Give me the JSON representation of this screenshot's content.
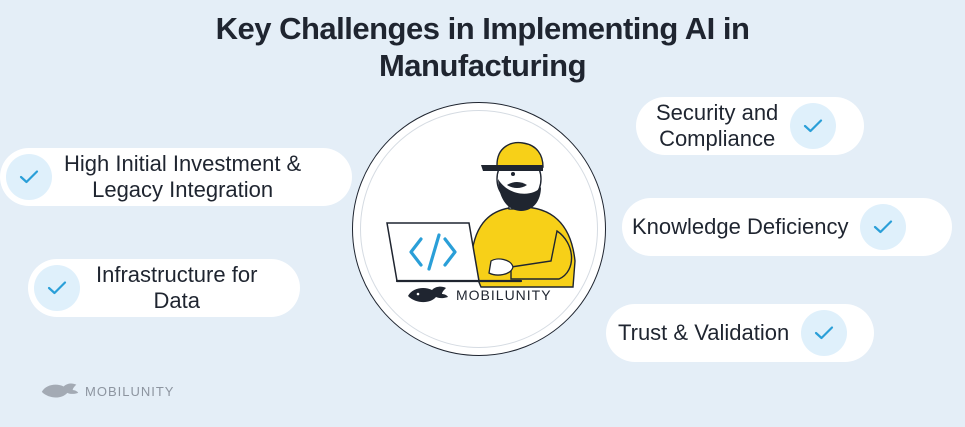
{
  "title": {
    "line1": "Key Challenges in Implementing AI in",
    "line2": "Manufacturing"
  },
  "left_items": [
    {
      "line1": "High Initial Investment &",
      "line2": "Legacy Integration"
    },
    {
      "line1": "Infrastructure for",
      "line2": "Data"
    }
  ],
  "right_items": [
    {
      "line1": "Security and",
      "line2": "Compliance"
    },
    {
      "line1": "Knowledge Deficiency",
      "line2": ""
    },
    {
      "line1": "Trust & Validation",
      "line2": ""
    }
  ],
  "center": {
    "brand": "MOBILUNITY",
    "laptop_symbol": "</>"
  },
  "footer": {
    "brand": "MOBILUNITY"
  },
  "colors": {
    "background": "#e4eef7",
    "check_bg": "#dff0fb",
    "check": "#2a9fd8",
    "accent_yellow": "#f7d018",
    "text": "#1f2530"
  },
  "icons": [
    "check-icon",
    "developer-illustration",
    "whale-logo-icon"
  ]
}
